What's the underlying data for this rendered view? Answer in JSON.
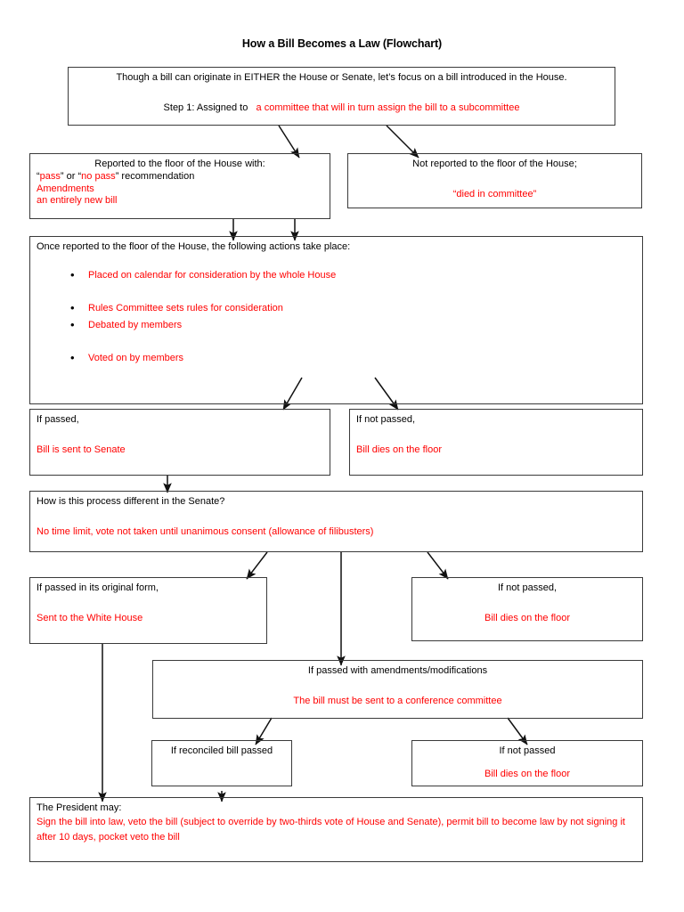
{
  "page": {
    "title": "How a Bill Becomes a Law (Flowchart)",
    "text_color": "#000000",
    "accent_color": "#FF0000",
    "border_color": "#3A3A3A",
    "background": "#FFFFFF"
  },
  "boxes": {
    "intro": {
      "line1": "Though a bill can originate in EITHER the House or Senate, let’s focus on a bill introduced in the House.",
      "line2_black": "Step 1: Assigned to",
      "line2_red": "a committee that will in turn assign the bill to a subcommittee"
    },
    "reported": {
      "heading": "Reported to the floor of the House with:",
      "rec_open_quote": "“",
      "rec_word1": "pass",
      "rec_mid": "” or “",
      "rec_word2": "no pass",
      "rec_close": "” recommendation",
      "line2": "Amendments",
      "line3": "an entirely new bill"
    },
    "not_reported": {
      "heading": "Not reported to the floor of the House;",
      "body": "“died in committee”"
    },
    "floor_actions": {
      "heading": "Once reported to the floor of the House, the following actions take place:",
      "bullets": [
        "Placed on calendar for consideration by the whole House",
        "Rules Committee sets rules for consideration",
        "Debated by members",
        "Voted on by members"
      ],
      "bullet_glyph": "•"
    },
    "house_passed": {
      "heading": "If passed,",
      "body": "Bill is sent to Senate"
    },
    "house_not_passed": {
      "heading": "If not passed,",
      "body": "Bill dies on the floor"
    },
    "senate_question": {
      "heading": "How is this process different in the Senate?",
      "body": "No time limit, vote not taken until unanimous consent (allowance of filibusters)"
    },
    "senate_original": {
      "heading": "If passed in its original form,",
      "body": "Sent to the White House"
    },
    "senate_not_passed": {
      "heading": "If not passed,",
      "body": "Bill dies on the floor"
    },
    "amended": {
      "heading": "If passed with amendments/modifications",
      "body": "The bill must be sent to a conference committee"
    },
    "reconciled_passed": {
      "heading": "If reconciled bill passed"
    },
    "conference_not_passed": {
      "heading": "If not passed",
      "body": "Bill dies on the floor"
    },
    "president": {
      "heading": "The President may:",
      "body": "Sign the bill into law, veto the bill (subject to override by two-thirds vote of House and Senate), permit bill to become law by not signing it after 10 days, pocket veto the bill"
    }
  }
}
